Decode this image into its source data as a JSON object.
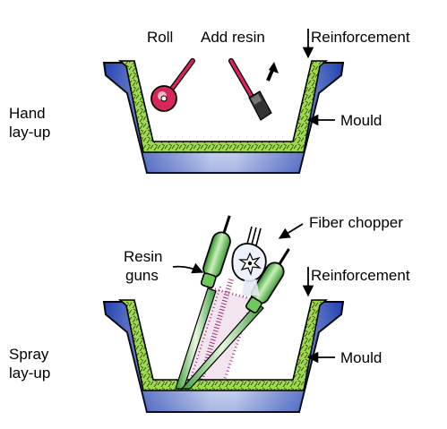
{
  "hand_layup": {
    "title_line1": "Hand",
    "title_line2": "lay-up",
    "roll_label": "Roll",
    "add_resin_label": "Add resin",
    "reinforcement_label": "Reinforcement",
    "mould_label": "Mould"
  },
  "spray_layup": {
    "title_line1": "Spray",
    "title_line2": "lay-up",
    "resin_guns_line1": "Resin",
    "resin_guns_line2": "guns",
    "fiber_chopper_label": "Fiber chopper",
    "reinforcement_label": "Reinforcement",
    "mould_label": "Mould"
  },
  "colors": {
    "mould_dark": "#1f3fb0",
    "mould_light": "#f2f6ff",
    "reinforcement": "#9ed84e",
    "roller": "#d9265a",
    "gun": "#6cc95a",
    "spray": "#a0307f",
    "outline": "#000000"
  }
}
